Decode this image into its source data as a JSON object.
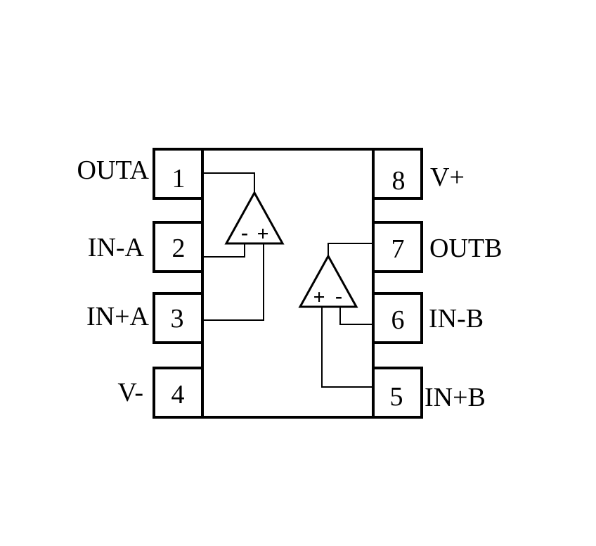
{
  "pins": [
    {
      "number": "1",
      "label": "OUTA"
    },
    {
      "number": "2",
      "label": "IN-A"
    },
    {
      "number": "3",
      "label": "IN+A"
    },
    {
      "number": "4",
      "label": "V-"
    },
    {
      "number": "5",
      "label": "IN+B"
    },
    {
      "number": "6",
      "label": "IN-B"
    },
    {
      "number": "7",
      "label": "OUTB"
    },
    {
      "number": "8",
      "label": "V+"
    }
  ],
  "amp_a": {
    "minus": "-",
    "plus": "+"
  },
  "amp_b": {
    "minus": "-",
    "plus": "+"
  }
}
